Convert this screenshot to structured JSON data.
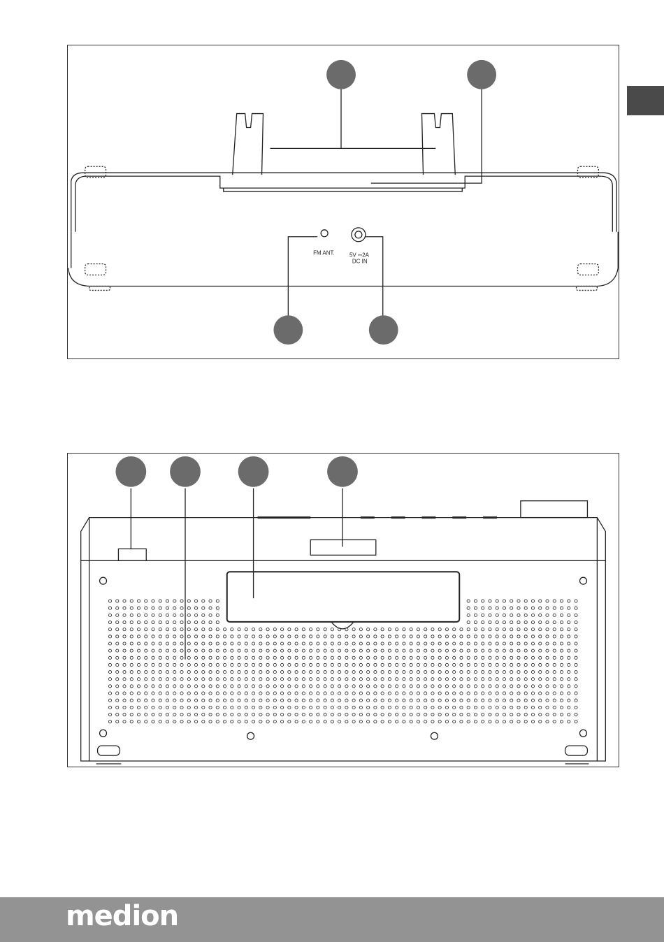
{
  "figure_top": {
    "labels": {
      "fm_antenna": "FM ANT.",
      "power_rating": "5V ⎓2A",
      "dc_in": "DC IN"
    }
  },
  "figure_bottom": {},
  "footer": {
    "brand": "medion"
  },
  "colors": {
    "footer_bg": "#939393",
    "tab_bg": "#4a4a4a",
    "callout": "#6b6b6b"
  }
}
